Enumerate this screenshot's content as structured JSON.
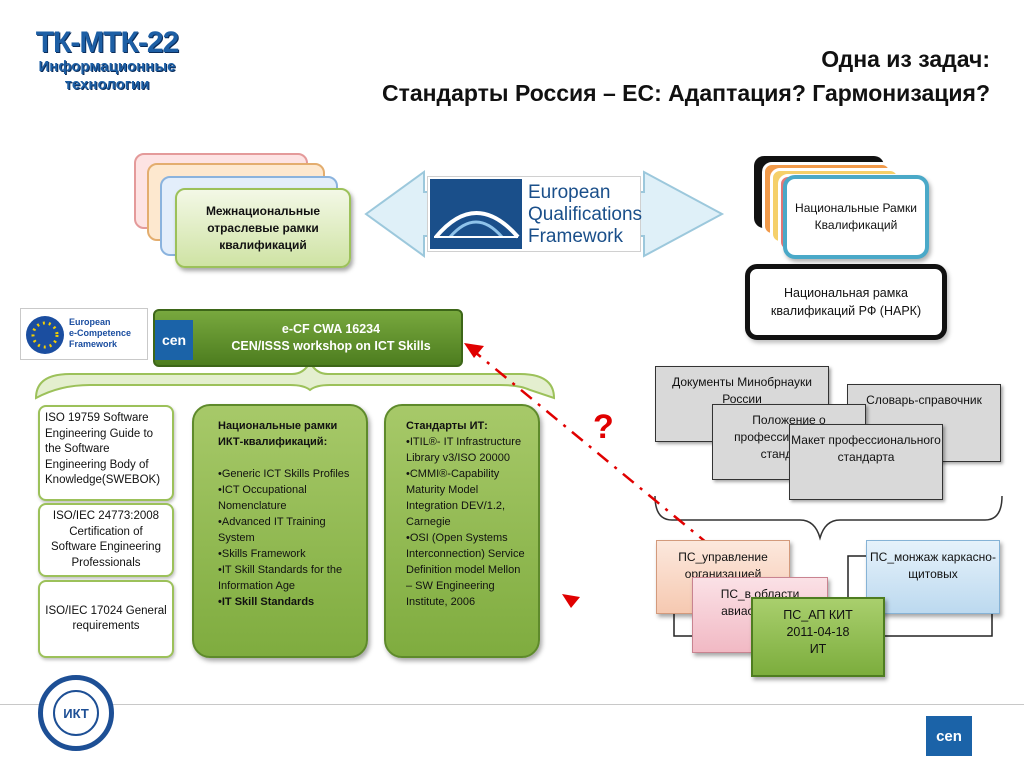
{
  "header": {
    "brand_line1": "ТК-МТК-22",
    "brand_line2": "Информационные",
    "brand_line3": "технологии",
    "title_line1": "Одна из задач:",
    "title_line2": "Стандарты Россия – ЕС: Адаптация? Гармонизация?"
  },
  "top": {
    "intl_frameworks_label": "Межнациональные отраслевые рамки квалификаций",
    "eqf_logo": [
      "European",
      "Qualifications",
      "Framework"
    ],
    "national_frameworks_label": "Национальные Рамки Квалификаций",
    "nark_label": "Национальная рамка квалификаций РФ (НАРК)"
  },
  "ecf": {
    "logo_lines": [
      "European",
      "e-Competence",
      "Framework"
    ],
    "cen_label": "cen",
    "bar_line1": "e-CF CWA 16234",
    "bar_line2": "CEN/ISSS workshop on ICT Skills"
  },
  "left_boxes": [
    "ISO 19759 Software Engineering Guide to the Software Engineering Body of Knowledge(SWEBOK)",
    "ISO/IEC 24773:2008 Certification of Software Engineering Professionals",
    "ISO/IEC 17024 General requirements"
  ],
  "national_ict": {
    "title": "Национальные рамки ИКТ-квалификаций:",
    "items": [
      "Generic ICT Skills Profiles",
      "ICT Occupational Nomenclature",
      "Advanced IT Training System",
      "Skills Framework",
      "IT Skill Standards for the Information Age",
      "IT Skill Standards"
    ]
  },
  "it_standards": {
    "title": "Стандарты ИТ:",
    "items": [
      "ITIL®- IT Infrastructure Library v3/ISO 20000",
      "CMMI®-Capability Maturity Model Integration DEV/1.2, Carnegie",
      "OSI (Open Systems Interconnection) Service Definition model Mellon – SW Engineering Institute, 2006"
    ]
  },
  "ministry_docs": {
    "docs": "Документы Минобрнауки России",
    "dictionary": "Словарь-справочник",
    "regulation": "Положение о профессиональном стандарте",
    "template": "Макет профессионального стандарта"
  },
  "prof_standards": {
    "management": "ПС_управление организацией",
    "aviation": "ПС_в области авиастроения",
    "mounting": "ПС_монжаж каркасно-щитовых",
    "it": [
      "ПС_АП КИТ",
      "2011-04-18",
      "ИТ"
    ]
  },
  "question_mark": "?",
  "footer": {
    "ikt_label": "ИКТ",
    "cen_label": "cen"
  },
  "colors": {
    "arrow_red": "#e00000",
    "green_dark": "#4d7d1f",
    "brand_blue": "#1d5fa5"
  }
}
